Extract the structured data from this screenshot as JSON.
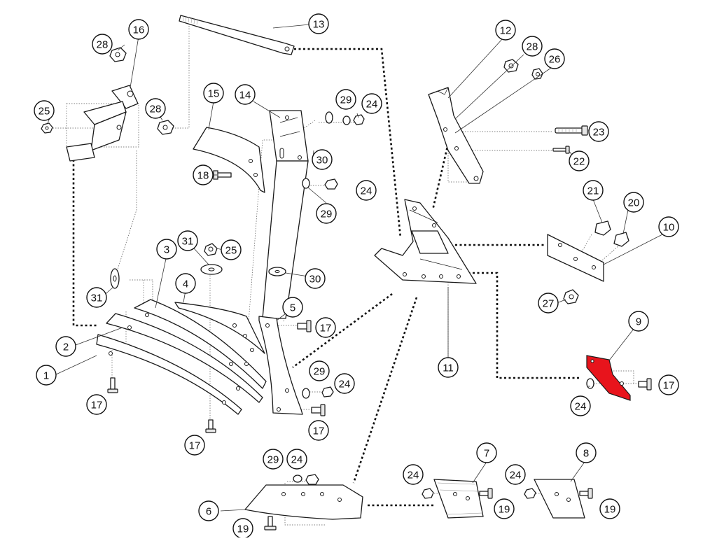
{
  "callouts": [
    {
      "id": "c1",
      "label": "1"
    },
    {
      "id": "c2",
      "label": "2"
    },
    {
      "id": "c3",
      "label": "3"
    },
    {
      "id": "c4",
      "label": "4"
    },
    {
      "id": "c5",
      "label": "5"
    },
    {
      "id": "c6",
      "label": "6"
    },
    {
      "id": "c7",
      "label": "7"
    },
    {
      "id": "c8",
      "label": "8"
    },
    {
      "id": "c9",
      "label": "9"
    },
    {
      "id": "c10",
      "label": "10"
    },
    {
      "id": "c11",
      "label": "11"
    },
    {
      "id": "c12",
      "label": "12"
    },
    {
      "id": "c13",
      "label": "13"
    },
    {
      "id": "c14",
      "label": "14"
    },
    {
      "id": "c15",
      "label": "15"
    },
    {
      "id": "c16",
      "label": "16"
    },
    {
      "id": "c17a",
      "label": "17"
    },
    {
      "id": "c17b",
      "label": "17"
    },
    {
      "id": "c17c",
      "label": "17"
    },
    {
      "id": "c17d",
      "label": "17"
    },
    {
      "id": "c17e",
      "label": "17"
    },
    {
      "id": "c18",
      "label": "18"
    },
    {
      "id": "c19a",
      "label": "19"
    },
    {
      "id": "c19b",
      "label": "19"
    },
    {
      "id": "c19c",
      "label": "19"
    },
    {
      "id": "c20",
      "label": "20"
    },
    {
      "id": "c21",
      "label": "21"
    },
    {
      "id": "c22",
      "label": "22"
    },
    {
      "id": "c23",
      "label": "23"
    },
    {
      "id": "c24a",
      "label": "24"
    },
    {
      "id": "c24b",
      "label": "24"
    },
    {
      "id": "c24c",
      "label": "24"
    },
    {
      "id": "c24d",
      "label": "24"
    },
    {
      "id": "c24e",
      "label": "24"
    },
    {
      "id": "c24f",
      "label": "24"
    },
    {
      "id": "c24g",
      "label": "24"
    },
    {
      "id": "c25a",
      "label": "25"
    },
    {
      "id": "c25b",
      "label": "25"
    },
    {
      "id": "c26",
      "label": "26"
    },
    {
      "id": "c27",
      "label": "27"
    },
    {
      "id": "c28a",
      "label": "28"
    },
    {
      "id": "c28b",
      "label": "28"
    },
    {
      "id": "c28c",
      "label": "28"
    },
    {
      "id": "c29a",
      "label": "29"
    },
    {
      "id": "c29b",
      "label": "29"
    },
    {
      "id": "c29c",
      "label": "29"
    },
    {
      "id": "c29d",
      "label": "29"
    },
    {
      "id": "c30a",
      "label": "30"
    },
    {
      "id": "c30b",
      "label": "30"
    },
    {
      "id": "c31a",
      "label": "31"
    },
    {
      "id": "c31b",
      "label": "31"
    }
  ],
  "colors": {
    "highlight_part": "#e8141c",
    "line": "#1a1a1a",
    "background": "#ffffff"
  }
}
